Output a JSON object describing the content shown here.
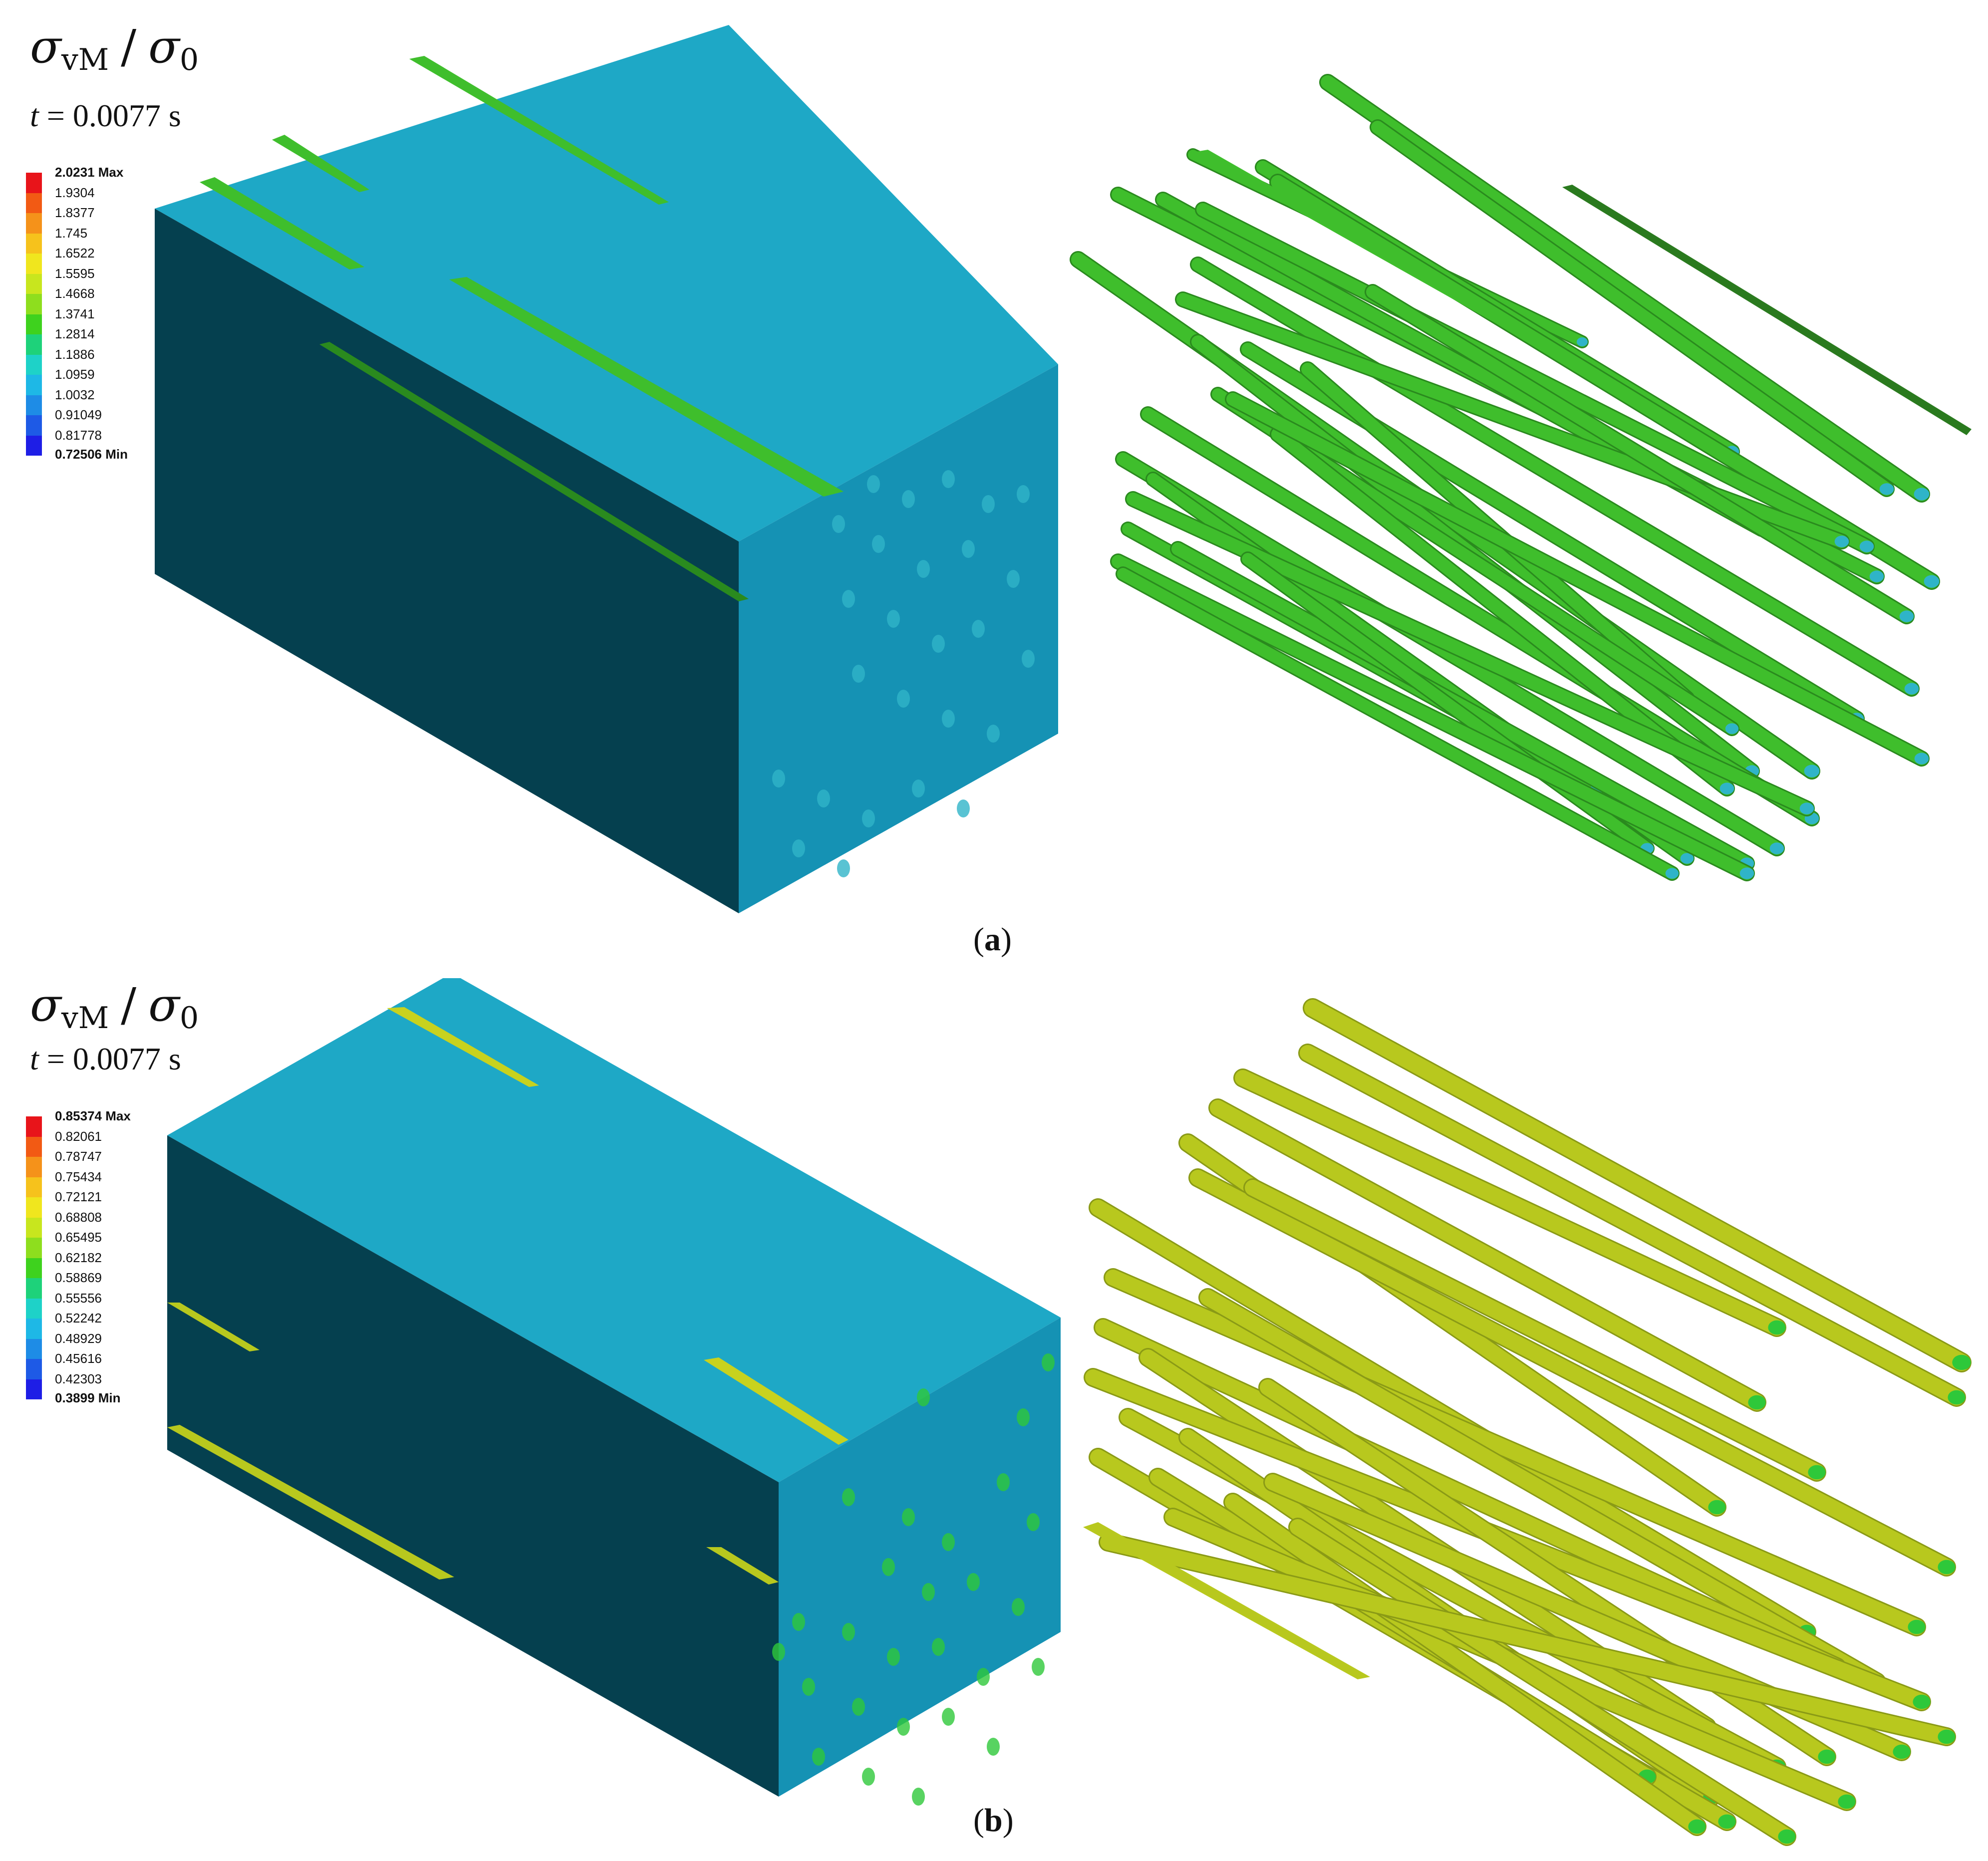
{
  "panels": [
    {
      "quantity": {
        "sym": "σ",
        "sub": "vM",
        "slash": "/",
        "sym2": "σ",
        "sub2": "0"
      },
      "time": {
        "var": "t",
        "text": " = 0.0077 s"
      },
      "legend": {
        "max_label": "2.0231 Max",
        "min_label": "0.72506 Min",
        "ticks": [
          "1.9304",
          "1.8377",
          "1.745",
          "1.6522",
          "1.5595",
          "1.4668",
          "1.3741",
          "1.2814",
          "1.1886",
          "1.0959",
          "1.0032",
          "0.91049",
          "0.81778"
        ],
        "colors": [
          "#e8141a",
          "#f25a14",
          "#f5921a",
          "#f6c21c",
          "#f0e61e",
          "#c8e61e",
          "#8ede1e",
          "#3ed21e",
          "#1ed27a",
          "#1ed2c8",
          "#1eb8e6",
          "#1e8ce6",
          "#1e5ae6",
          "#1e1ee6"
        ]
      },
      "caption": {
        "open": "(",
        "letter": "a",
        "close": ")"
      },
      "fiber_color": "#3fbe2c",
      "fiber_dark": "#2a8a1e",
      "fiber_tip": "#2fb4c8"
    },
    {
      "quantity": {
        "sym": "σ",
        "sub": "vM",
        "slash": "/",
        "sym2": "σ",
        "sub2": "0"
      },
      "time": {
        "var": "t",
        "text": " = 0.0077 s"
      },
      "legend": {
        "max_label": "0.85374 Max",
        "min_label": "0.3899 Min",
        "ticks": [
          "0.82061",
          "0.78747",
          "0.75434",
          "0.72121",
          "0.68808",
          "0.65495",
          "0.62182",
          "0.58869",
          "0.55556",
          "0.52242",
          "0.48929",
          "0.45616",
          "0.42303"
        ],
        "colors": [
          "#e8141a",
          "#f25a14",
          "#f5921a",
          "#f6c21c",
          "#f0e61e",
          "#c8e61e",
          "#8ede1e",
          "#3ed21e",
          "#1ed27a",
          "#1ed2c8",
          "#1eb8e6",
          "#1e8ce6",
          "#1e5ae6",
          "#1e1ee6"
        ]
      },
      "caption": {
        "open": "(",
        "letter": "b",
        "close": ")"
      },
      "fiber_color": "#b8c81e",
      "fiber_dark": "#8a9a16",
      "fiber_tip": "#2ec83a"
    }
  ],
  "colors": {
    "block_top": "#1ea8c6",
    "block_side": "#1290b0",
    "block_front": "#05404f"
  }
}
